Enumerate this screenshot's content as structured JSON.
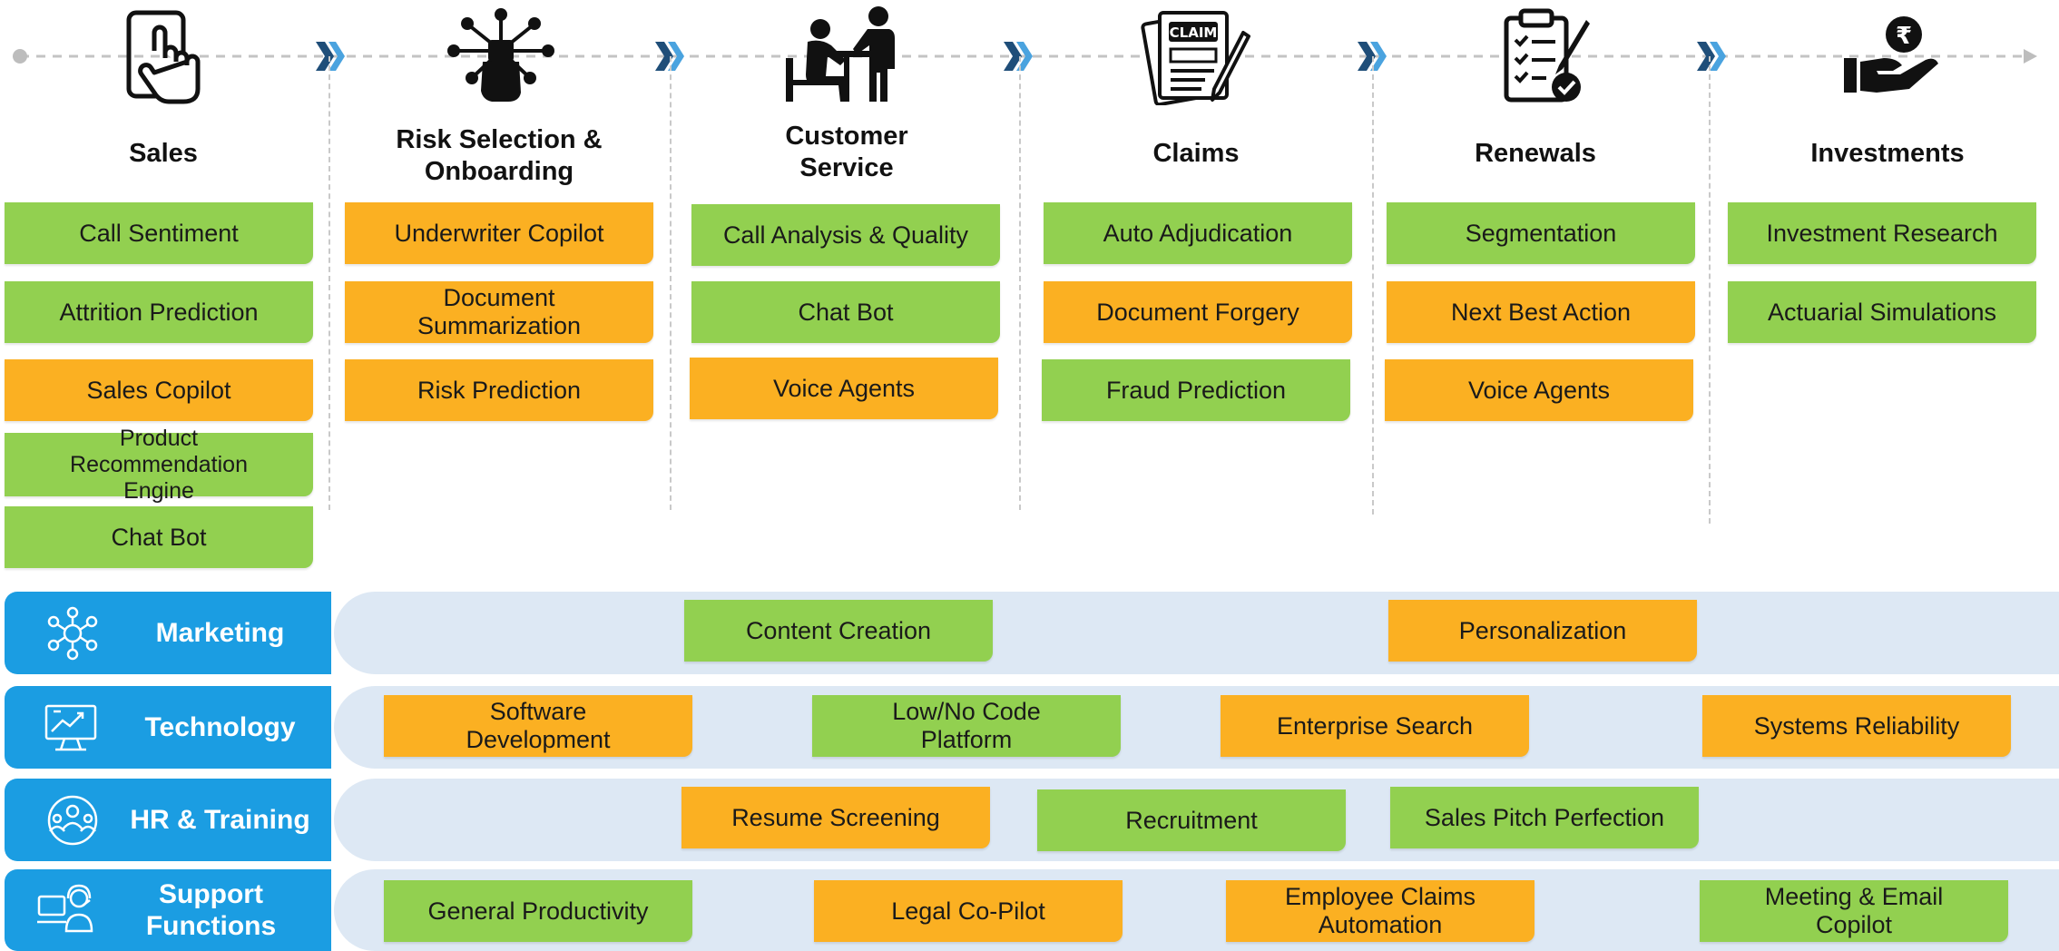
{
  "stages": [
    {
      "title": "Sales",
      "icon": "tablet-touch-icon"
    },
    {
      "title": "Risk Selection & Onboarding",
      "icon": "network-hand-icon"
    },
    {
      "title": "Customer Service",
      "icon": "customer-desk-icon"
    },
    {
      "title": "Claims",
      "icon": "claim-document-icon"
    },
    {
      "title": "Renewals",
      "icon": "checklist-clipboard-icon"
    },
    {
      "title": "Investments",
      "icon": "rupee-hand-icon"
    }
  ],
  "use_cases": {
    "sales": [
      "Call Sentiment",
      "Attrition Prediction",
      "Sales Copilot",
      "Product Recommendation Engine",
      "Chat Bot"
    ],
    "risk": [
      "Underwriter Copilot",
      "Document Summarization",
      "Risk Prediction"
    ],
    "customer_service": [
      "Call Analysis & Quality",
      "Chat Bot",
      "Voice Agents"
    ],
    "claims": [
      "Auto Adjudication",
      "Document Forgery",
      "Fraud Prediction"
    ],
    "renewals": [
      "Segmentation",
      "Next Best Action",
      "Voice Agents"
    ],
    "investments": [
      "Investment Research",
      "Actuarial Simulations"
    ]
  },
  "functions": [
    {
      "label": "Marketing",
      "icon": "network-people-icon",
      "items": [
        "Content Creation",
        "Personalization"
      ]
    },
    {
      "label": "Technology",
      "icon": "computer-chart-icon",
      "items": [
        "Software Development",
        "Low/No Code Platform",
        "Enterprise Search",
        "Systems Reliability"
      ]
    },
    {
      "label": "HR & Training",
      "icon": "team-circle-icon",
      "items": [
        "Resume Screening",
        "Recruitment",
        "Sales Pitch Perfection"
      ]
    },
    {
      "label": "Support Functions",
      "icon": "headset-agent-icon",
      "items": [
        "General Productivity",
        "Legal Co-Pilot",
        "Employee Claims Automation",
        "Meeting & Email Copilot"
      ]
    }
  ],
  "colors": {
    "green": "#92d050",
    "orange": "#fbb022",
    "blue": "#1b9de2",
    "band": "#dde8f4",
    "chevron": "#1f4e79"
  }
}
